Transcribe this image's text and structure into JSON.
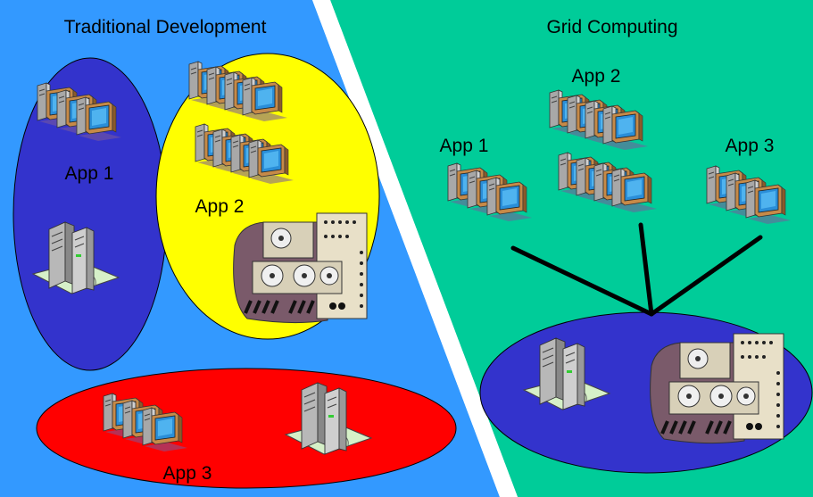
{
  "colors": {
    "traditional_panel": "#3399ff",
    "grid_panel": "#00cc99",
    "app1_group": "#3333cc",
    "app2_group": "#ffff00",
    "app3_group": "#ff0000",
    "grid_shared_pool": "#3333cc",
    "network_link": "#000000"
  },
  "traditional": {
    "title": "Traditional Development",
    "app1_label": "App 1",
    "app2_label": "App 2",
    "app3_label": "App 3"
  },
  "grid": {
    "title": "Grid Computing",
    "app1_label": "App 1",
    "app2_label": "App 2",
    "app3_label": "App 3"
  },
  "icons": {
    "computer": "desktop-computer-icon",
    "server": "server-tower-icon",
    "storage": "tape-storage-icon"
  }
}
